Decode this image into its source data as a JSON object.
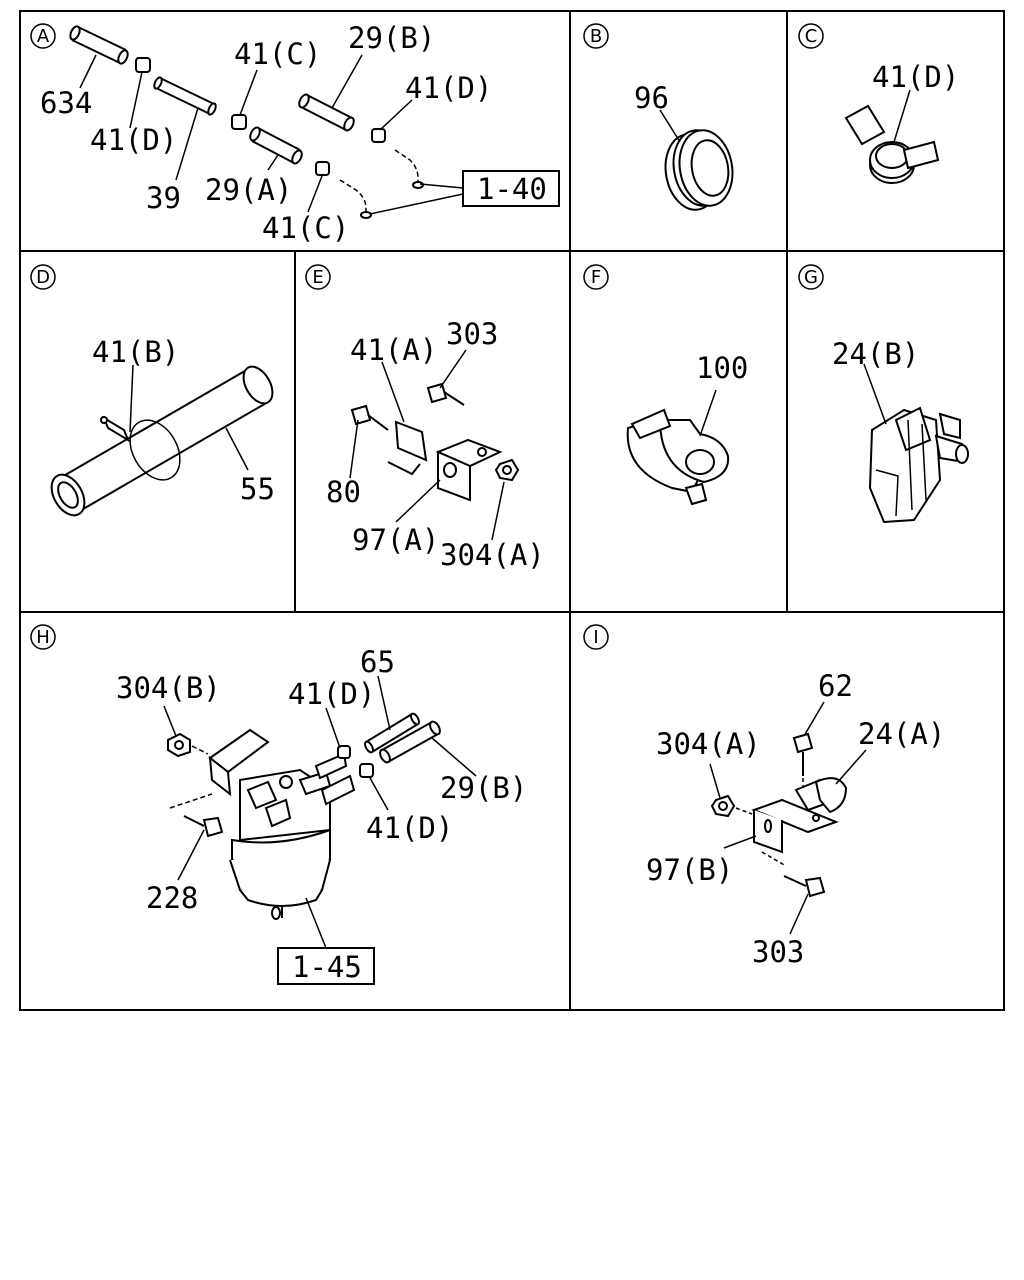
{
  "sections": {
    "a": {
      "letter": "A",
      "parts": {
        "p634": "634",
        "p41d1": "41(D)",
        "p39": "39",
        "p41c1": "41(C)",
        "p29b": "29(B)",
        "p41d2": "41(D)",
        "p29a": "29(A)",
        "p41c2": "41(C)",
        "ref": "1-40"
      }
    },
    "b": {
      "letter": "B",
      "parts": {
        "p96": "96"
      }
    },
    "c": {
      "letter": "C",
      "parts": {
        "p41d": "41(D)"
      }
    },
    "d": {
      "letter": "D",
      "parts": {
        "p41b": "41(B)",
        "p55": "55"
      }
    },
    "e": {
      "letter": "E",
      "parts": {
        "p41a": "41(A)",
        "p303": "303",
        "p80": "80",
        "p97a": "97(A)",
        "p304a": "304(A)"
      }
    },
    "f": {
      "letter": "F",
      "parts": {
        "p100": "100"
      }
    },
    "g": {
      "letter": "G",
      "parts": {
        "p24b": "24(B)"
      }
    },
    "h": {
      "letter": "H",
      "parts": {
        "p304b": "304(B)",
        "p41d1": "41(D)",
        "p65": "65",
        "p29b": "29(B)",
        "p41d2": "41(D)",
        "p228": "228",
        "ref": "1-45"
      }
    },
    "i": {
      "letter": "I",
      "parts": {
        "p62": "62",
        "p304a": "304(A)",
        "p24a": "24(A)",
        "p97b": "97(B)",
        "p303": "303"
      }
    }
  }
}
